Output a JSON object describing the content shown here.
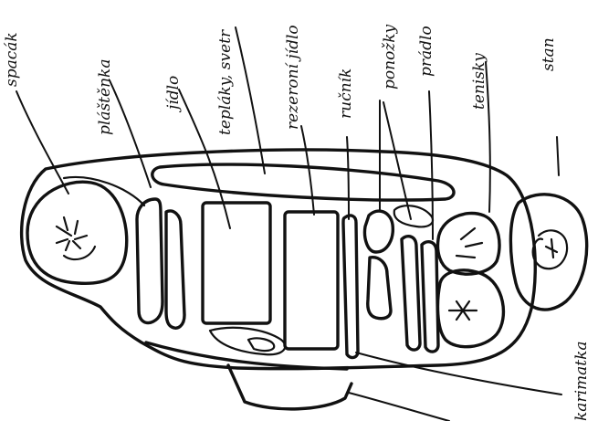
{
  "labels": {
    "spacak": "spacák",
    "plastenka": "pláštěnka",
    "jidlo": "jídlo",
    "teplaky": "tepláky, svetr",
    "rezervni": "rezeroní jídlo",
    "rucnik": "ručník",
    "ponozky": "ponožky",
    "pradlo": "prádlo",
    "tenisky": "tenisky",
    "stan": "stan",
    "karimatka": "karimatka"
  }
}
